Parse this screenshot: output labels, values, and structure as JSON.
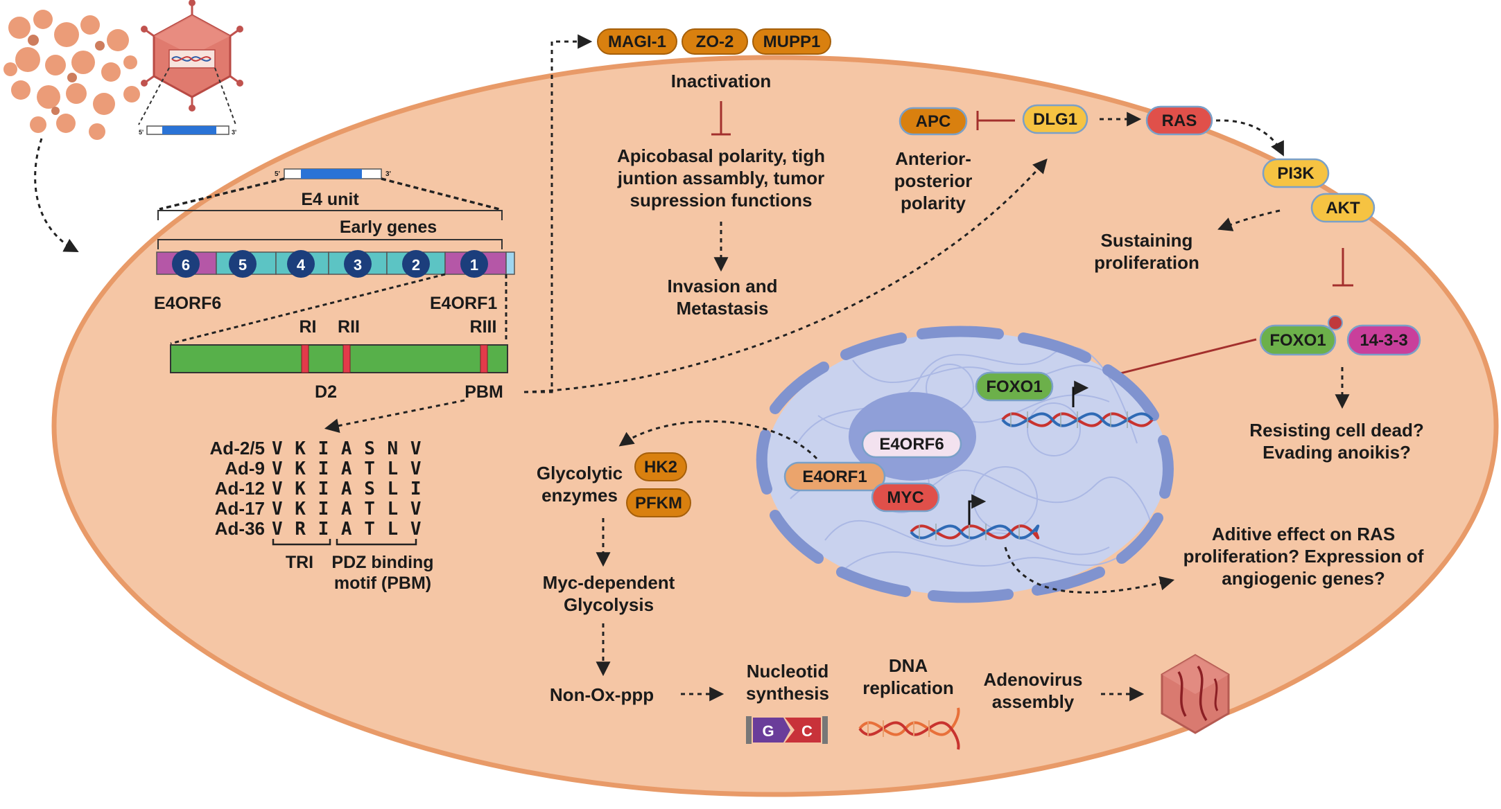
{
  "labels": {
    "e4_unit": "E4 unit",
    "early_genes": "Early genes",
    "e4orf6": "E4ORF6",
    "e4orf1": "E4ORF1",
    "ri": "RI",
    "rii": "RII",
    "riii": "RIII",
    "d2": "D2",
    "pbm": "PBM",
    "tri": "TRI",
    "pdz_line1": "PDZ binding",
    "pdz_line2": "motif (PBM)",
    "inactivation": "Inactivation",
    "polarity_line1": "Apicobasal polarity, tigh",
    "polarity_line2": "juntion assambly, tumor",
    "polarity_line3": "supression functions",
    "invasion_line1": "Invasion and",
    "invasion_line2": "Metastasis",
    "anterior_line1": "Anterior-",
    "anterior_line2": "posterior",
    "anterior_line3": "polarity",
    "sustaining_line1": "Sustaining",
    "sustaining_line2": "proliferation",
    "resisting_line1": "Resisting cell dead?",
    "resisting_line2": "Evading anoikis?",
    "aditive_line1": "Aditive effect on RAS",
    "aditive_line2": "proliferation? Expression of",
    "aditive_line3": "angiogenic genes?",
    "glycolytic_line1": "Glycolytic",
    "glycolytic_line2": "enzymes",
    "myc_gly_line1": "Myc-dependent",
    "myc_gly_line2": "Glycolysis",
    "nonox": "Non-Ox-ppp",
    "nucleotid_line1": "Nucleotid",
    "nucleotid_line2": "synthesis",
    "dna_line1": "DNA",
    "dna_line2": "replication",
    "adeno_line1": "Adenovirus",
    "adeno_line2": "assembly",
    "g": "G",
    "c": "C",
    "five": "5'",
    "three": "3'"
  },
  "exons": [
    "6",
    "5",
    "4",
    "3",
    "2",
    "1"
  ],
  "proteins": {
    "magi1": "MAGI-1",
    "zo2": "ZO-2",
    "mupp1": "MUPP1",
    "apc": "APC",
    "dlg1": "DLG1",
    "ras": "RAS",
    "pi3k": "PI3K",
    "akt": "AKT",
    "foxo1": "FOXO1",
    "p1433": "14-3-3",
    "foxo1_nuc": "FOXO1",
    "e4orf6_nuc": "E4ORF6",
    "e4orf1_cyt": "E4ORF1",
    "myc": "MYC",
    "hk2": "HK2",
    "pfkm": "PFKM"
  },
  "sequences": [
    {
      "name": "Ad-2/5",
      "residues": "V K I A S N V"
    },
    {
      "name": "Ad-9",
      "residues": "V K I A T L V"
    },
    {
      "name": "Ad-12",
      "residues": "V K I A S L I"
    },
    {
      "name": "Ad-17",
      "residues": "V K I A T L V"
    },
    {
      "name": "Ad-36",
      "residues": "V R I A T L V"
    }
  ],
  "colors": {
    "cell": "#f5c6a5",
    "cell_border": "#e89a68",
    "orange_pill": "#d9800f",
    "yellow_pill": "#f6c342",
    "red_pill": "#e0504a",
    "green_pill": "#6cb04a",
    "magenta_pill": "#c93f9b",
    "nucleus": "#c9d2ee",
    "nucleolus": "#8f9fd8",
    "envelope": "#8093cf"
  }
}
